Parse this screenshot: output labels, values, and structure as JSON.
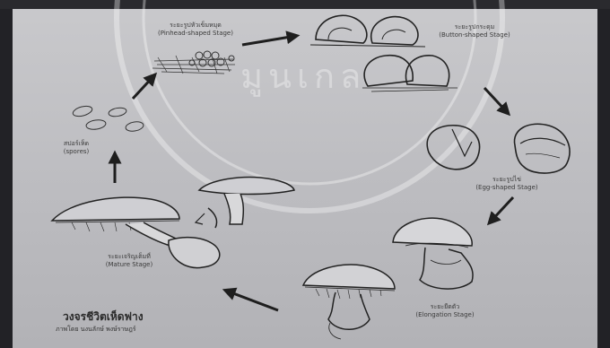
{
  "diagram": {
    "title": "วงจรชีวิตเห็ดฟาง",
    "subtitle": "ภาพโดย นงนลักษ์ พงษ์ราษฎร์",
    "watermark": "มูนเกล",
    "stages": {
      "spores": {
        "th": "สปอร์เห็ด",
        "en": "(spores)"
      },
      "pinhead": {
        "th": "ระยะรูปหัวเข็มหมุด",
        "en": "(Pinhead-shaped Stage)"
      },
      "button": {
        "th": "ระยะรูปกระดุม",
        "en": "(Button-shaped Stage)"
      },
      "egg": {
        "th": "ระยะรูปไข่",
        "en": "(Egg-shaped Stage)"
      },
      "elongation": {
        "th": "ระยะยืดตัว",
        "en": "(Elongation Stage)"
      },
      "mature": {
        "th": "ระยะเจริญเต็มที่",
        "en": "(Mature Stage)"
      }
    }
  }
}
